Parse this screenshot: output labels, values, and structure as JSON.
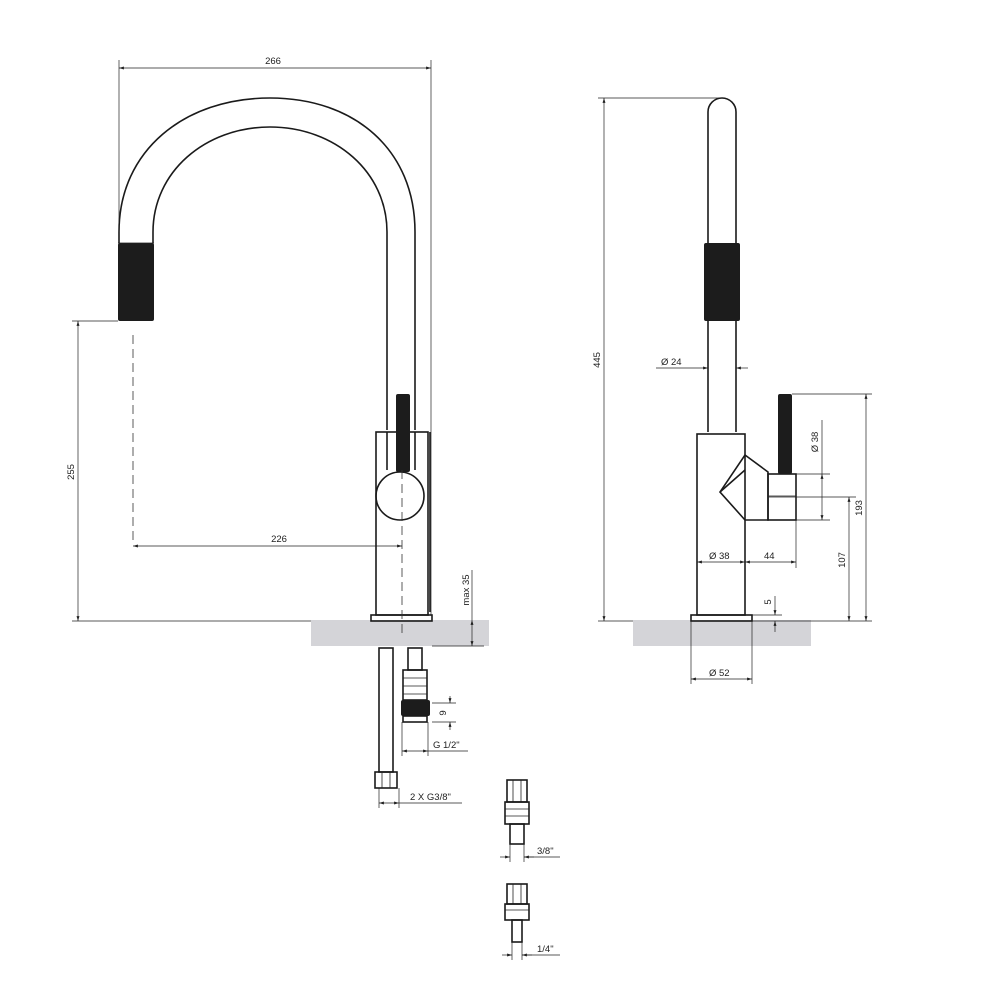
{
  "labels": {
    "width_266": "266",
    "height_255": "255",
    "reach_226": "226",
    "max_35": "max 35",
    "nut_9": "9",
    "thread_g12": "G 1/2\"",
    "hose_2xg38": "2 X G3/8\"",
    "adapter_38": "3/8\"",
    "adapter_14": "1/4\"",
    "height_445": "445",
    "spout_dia_24": "Ø 24",
    "handle_dia_38": "Ø 38",
    "body_dia_38": "Ø 38",
    "handle_len_44": "44",
    "height_107": "107",
    "height_193": "193",
    "base_5": "5",
    "base_dia_52": "Ø 52"
  },
  "colors": {
    "line": "#1a1a1a",
    "grip": "#1c1c1c",
    "countertop": "#d4d4d8"
  }
}
